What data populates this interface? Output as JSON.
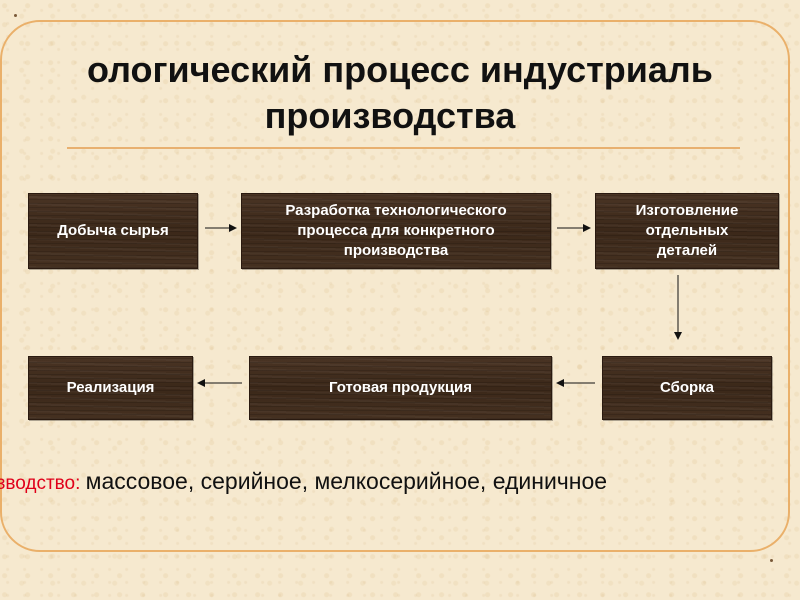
{
  "slide": {
    "title_line1": "ологический процесс индустриаль",
    "title_line2": "производства"
  },
  "flow": {
    "boxes": [
      {
        "id": "b1",
        "label": "Добыча сырья"
      },
      {
        "id": "b2",
        "label": "Разработка технологического\nпроцесса для конкретного\nпроизводства"
      },
      {
        "id": "b3",
        "label": "Изготовление\nотдельных\nдеталей"
      },
      {
        "id": "b4",
        "label": "Сборка"
      },
      {
        "id": "b5",
        "label": "Готовая продукция"
      },
      {
        "id": "b6",
        "label": "Реализация"
      }
    ]
  },
  "production_types": {
    "label": "изводство: ",
    "values": "массовое, серийное, мелкосерийное, единичное"
  },
  "colors": {
    "background": "#f6e9cf",
    "border": "#eab06a",
    "box": "#3f2a1c",
    "label_red": "#e0001a"
  }
}
